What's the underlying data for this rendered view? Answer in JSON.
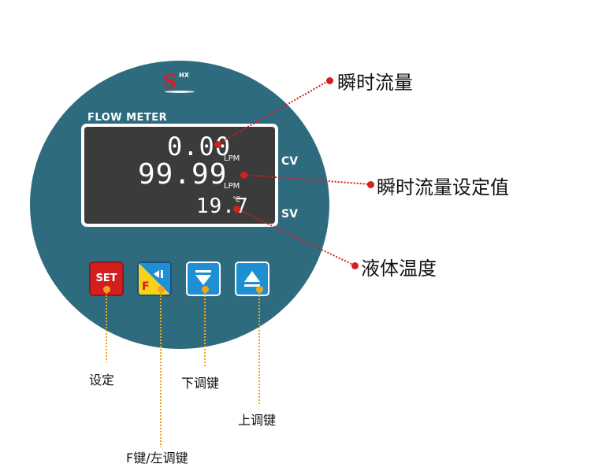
{
  "device": {
    "brand_mark": "S",
    "brand_superscript": "HX",
    "title": "FLOW  METER",
    "display": {
      "cv_value": "0.00",
      "cv_unit": "LPM",
      "sv_value": "99.99",
      "sv_unit": "LPM",
      "temp_value": "19.7",
      "temp_unit": "℃"
    },
    "cv_label": "CV",
    "sv_label": "SV",
    "buttons": {
      "set_label": "SET",
      "f_label": "F"
    }
  },
  "callouts": {
    "instant_flow": "瞬时流量",
    "flow_setpoint": "瞬时流量设定值",
    "liquid_temp": "液体温度"
  },
  "key_labels": {
    "set": "设定",
    "down": "下调键",
    "up": "上调键",
    "f_left": "F键/左调键"
  },
  "colors": {
    "dial": "#2f6b7e",
    "lcd": "#3b3b3b",
    "red_leader": "#d41f1f",
    "orange_leader": "#f2a51a",
    "set_button": "#d41f1f",
    "arrow_button": "#1f8fd3",
    "f_button_yellow": "#f7d21a"
  }
}
